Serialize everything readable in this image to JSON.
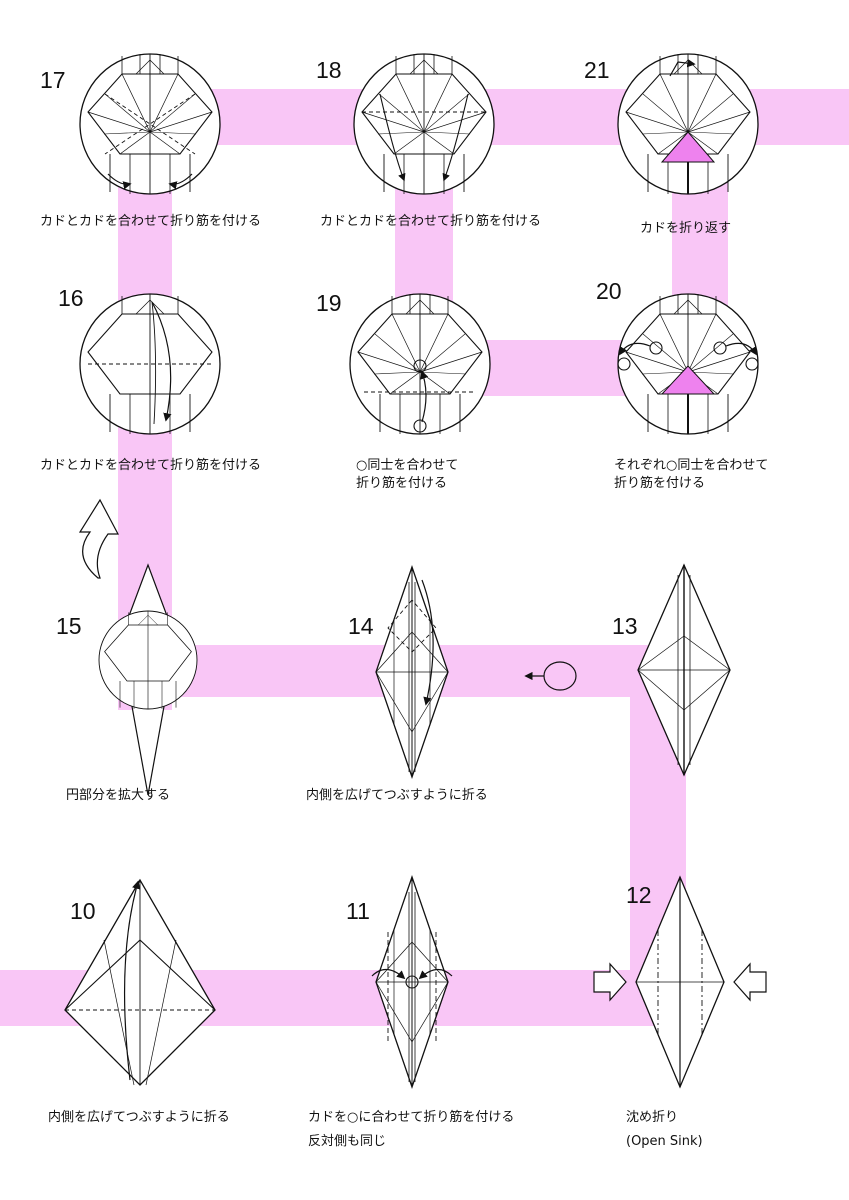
{
  "colors": {
    "band": "#f9c6f6",
    "accent": "#ee82ee",
    "line": "#111111"
  },
  "steps": [
    {
      "num": "17",
      "caption": "カドとカドを合わせて折り筋を付ける"
    },
    {
      "num": "18",
      "caption": "カドとカドを合わせて折り筋を付ける"
    },
    {
      "num": "21",
      "caption": "カドを折り返す"
    },
    {
      "num": "16",
      "caption": "カドとカドを合わせて折り筋を付ける"
    },
    {
      "num": "19",
      "caption_line1": "○同士を合わせて",
      "caption_line2": "折り筋を付ける"
    },
    {
      "num": "20",
      "caption_line1": "それぞれ○同士を合わせて",
      "caption_line2": "折り筋を付ける"
    },
    {
      "num": "15",
      "caption": "円部分を拡大する"
    },
    {
      "num": "14",
      "caption": "内側を広げてつぶすように折る"
    },
    {
      "num": "13"
    },
    {
      "num": "10",
      "caption": "内側を広げてつぶすように折る"
    },
    {
      "num": "11",
      "caption_line1": "カドを○に合わせて折り筋を付ける",
      "caption_line2": "反対側も同じ"
    },
    {
      "num": "12",
      "caption_line1": "沈め折り",
      "caption_line2": "(Open Sink)"
    }
  ]
}
